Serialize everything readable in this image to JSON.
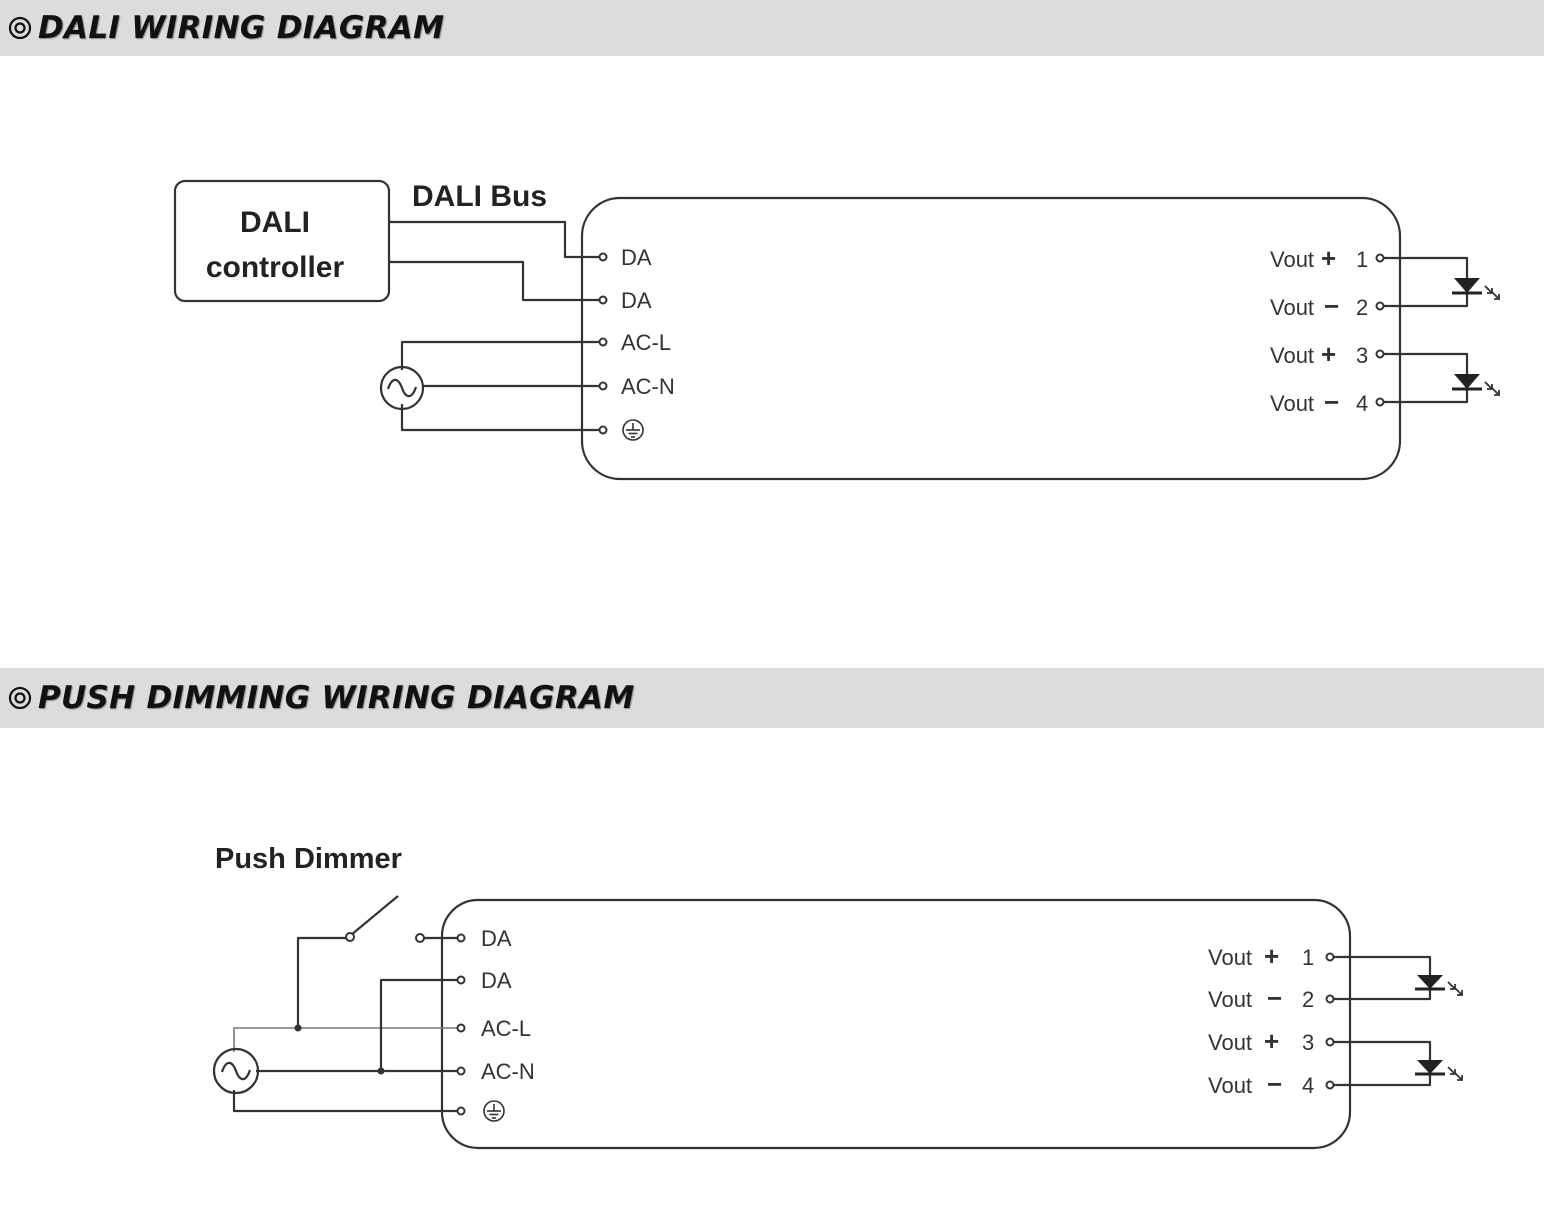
{
  "sections": [
    {
      "title": "DALI WIRING DIAGRAM",
      "controller_line1": "DALI",
      "controller_line2": "controller",
      "bus_label": "DALI Bus",
      "left_terminals": [
        "DA",
        "DA",
        "AC-L",
        "AC-N"
      ],
      "outputs": [
        {
          "label": "Vout",
          "sign": "+",
          "num": "1"
        },
        {
          "label": "Vout",
          "sign": "−",
          "num": "2"
        },
        {
          "label": "Vout",
          "sign": "+",
          "num": "3"
        },
        {
          "label": "Vout",
          "sign": "−",
          "num": "4"
        }
      ],
      "icons": [
        "bullet-circle-icon",
        "ac-source-icon",
        "ground-icon",
        "led-icon"
      ]
    },
    {
      "title": "PUSH DIMMING WIRING DIAGRAM",
      "dimmer_label": "Push Dimmer",
      "left_terminals": [
        "DA",
        "DA",
        "AC-L",
        "AC-N"
      ],
      "outputs": [
        {
          "label": "Vout",
          "sign": "+",
          "num": "1"
        },
        {
          "label": "Vout",
          "sign": "−",
          "num": "2"
        },
        {
          "label": "Vout",
          "sign": "+",
          "num": "3"
        },
        {
          "label": "Vout",
          "sign": "−",
          "num": "4"
        }
      ],
      "icons": [
        "bullet-circle-icon",
        "ac-source-icon",
        "ground-icon",
        "led-icon",
        "switch-icon"
      ]
    }
  ],
  "colors": {
    "header_bg": "#dcdcdc",
    "line": "#333333",
    "text": "#222222"
  }
}
